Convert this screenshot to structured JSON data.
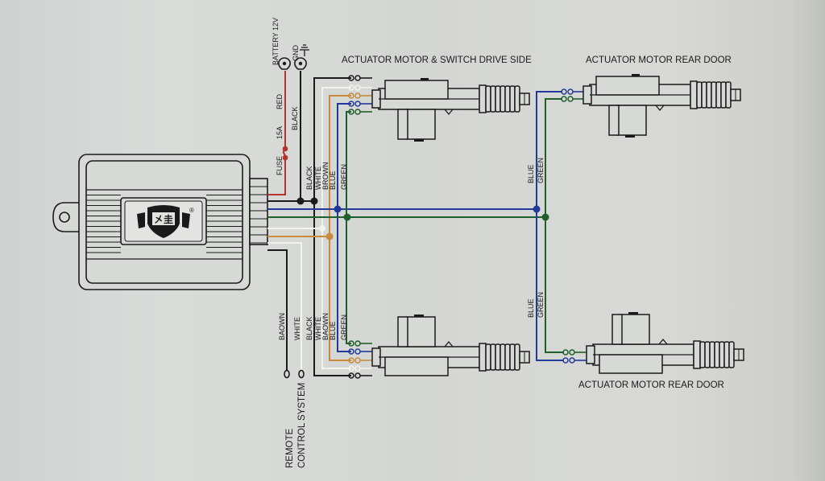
{
  "diagram": {
    "title_front": "ACTUATOR MOTOR & SWITCH DRIVE SIDE",
    "title_rear_top": "ACTUATOR MOTOR REAR DOOR",
    "title_rear_bottom": "ACTUATOR MOTOR REAR DOOR",
    "power": {
      "battery_label": "BATTERY 12V",
      "gnd_label": "GND",
      "red_label": "RED",
      "black_label": "BLACK",
      "fuse_rating": "15A",
      "fuse_label": "FUSE"
    },
    "bus_labels_top": [
      "BLACK",
      "WHITE",
      "BROWN",
      "BLUE",
      "GREEN"
    ],
    "bus_labels_bottom": [
      "WHITE",
      "BAOWN",
      "BLUE",
      "GREEN"
    ],
    "remote_labels": [
      "BAOWN",
      "WHITE",
      "BLACK"
    ],
    "remote_title_line1": "REMOTE",
    "remote_title_line2": "CONTROL SYSTEM",
    "rear_labels_top": [
      "BLUE",
      "GREEN"
    ],
    "rear_labels_bottom": [
      "BLUE",
      "GREEN"
    ],
    "registered_mark": "®",
    "colors": {
      "red": "#b3332e",
      "black": "#1a1a1a",
      "white": "#f2f2ee",
      "brown": "#c98a3c",
      "blue": "#23399a",
      "green": "#1f5f2c"
    }
  }
}
